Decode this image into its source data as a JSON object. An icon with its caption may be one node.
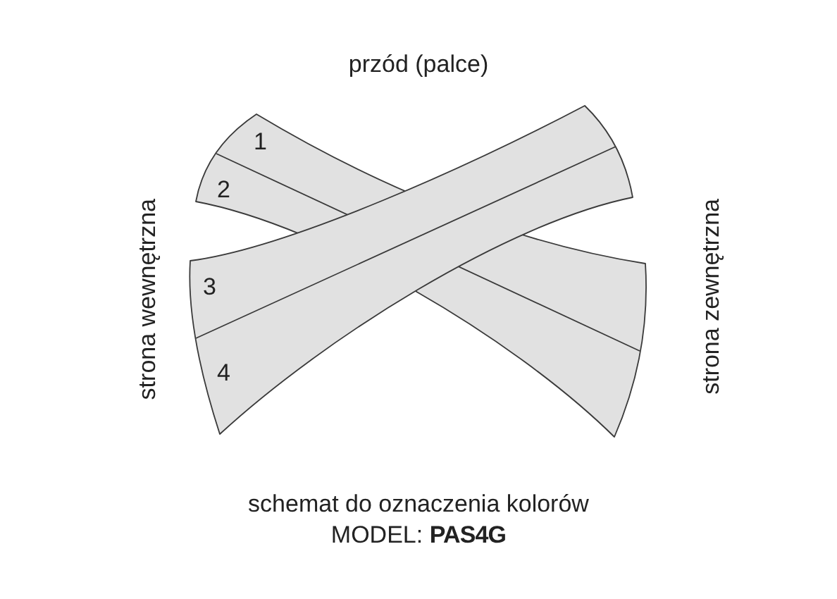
{
  "diagram": {
    "caption": "schemat do oznaczenia kolorów",
    "labels": [
      "przód (palce)",
      "1",
      "2",
      "strona wewnętrzna",
      "3",
      "4",
      "strona zewnętrzna",
      "MODEL: **PAS4G**"
    ]
  }
}
